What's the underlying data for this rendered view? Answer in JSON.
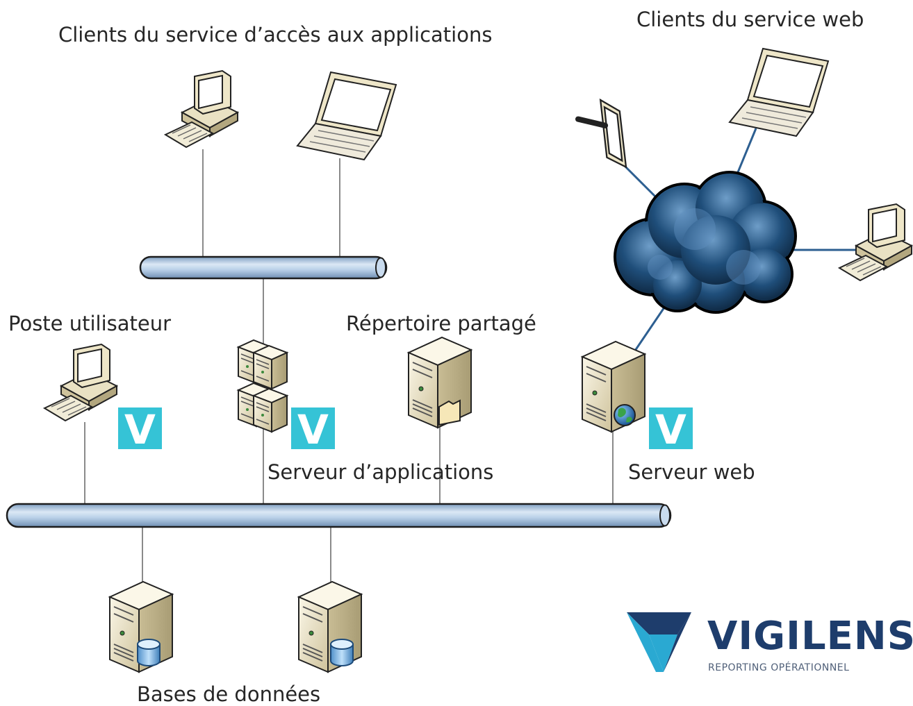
{
  "labels": {
    "app_access_clients": "Clients du service d’accès aux applications",
    "web_clients": "Clients du service web",
    "user_workstation": "Poste utilisateur",
    "shared_directory": "Répertoire partagé",
    "app_server": "Serveur d’applications",
    "web_server": "Serveur web",
    "databases": "Bases de données"
  },
  "badges": {
    "letter": "V",
    "color": "#35c3d6"
  },
  "brand": {
    "name": "VIGILENS",
    "tagline": "REPORTING OPÉRATIONNEL",
    "dark_color": "#1e3d6c",
    "accent_color": "#2aa9d2"
  },
  "icons": {
    "desktop": "desktop-computer-icon",
    "laptop": "laptop-icon",
    "tablet": "tablet-icon",
    "server": "server-tower-icon",
    "cluster": "server-cluster-icon",
    "cloud": "internet-cloud-icon",
    "globe": "globe-icon",
    "database": "database-cylinder-icon",
    "folder": "folder-icon"
  },
  "colors": {
    "bus": "#a9c6e4",
    "bus_edge": "#1d1d1d",
    "link": "#8a8a8a",
    "web_link": "#2d5f91",
    "beige": "#eee6c8"
  }
}
